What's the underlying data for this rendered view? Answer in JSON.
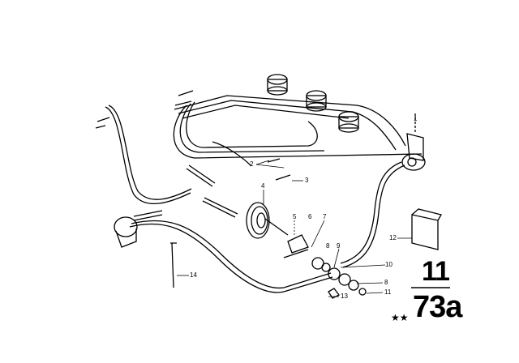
{
  "diagram": {
    "callouts": [
      "1",
      "2",
      "3",
      "4",
      "5",
      "6",
      "7",
      "8",
      "9",
      "10",
      "8",
      "11",
      "12",
      "13",
      "14"
    ],
    "group_number": "11",
    "diagram_number": "73a",
    "marker": "★★",
    "line_color": "#000000",
    "background": "#ffffff"
  }
}
